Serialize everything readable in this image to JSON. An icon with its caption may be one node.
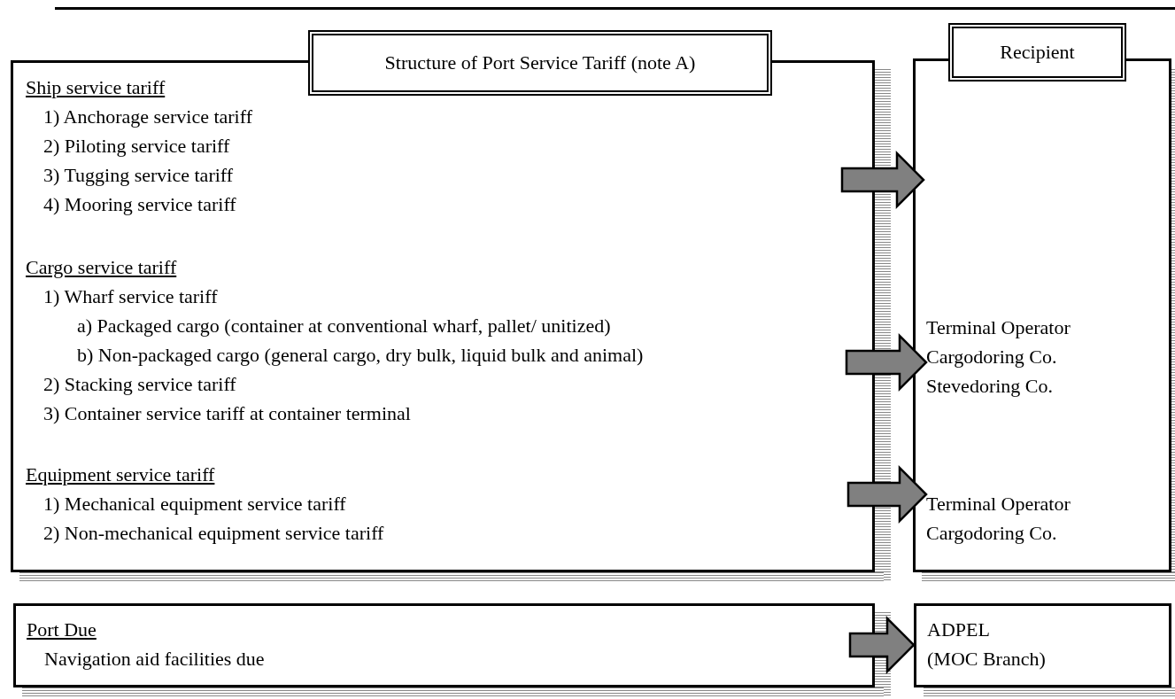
{
  "diagram": {
    "nodes": [
      {
        "text": [
          "Structure of Port Service Tariff (note A)"
        ]
      },
      {
        "text": [
          "Ship service tariff",
          "1) Anchorage service tariff",
          "2) Piloting service tariff",
          "3) Tugging service tariff",
          "4) Mooring service tariff"
        ],
        "in": 0
      },
      {
        "text": [
          "Cargo service tariff",
          "1) Wharf service tariff",
          "a) Packaged cargo (container at conventional wharf, pallet/ unitized)",
          "b) Non-packaged cargo (general cargo, dry bulk, liquid bulk and animal)",
          "2) Stacking service tariff",
          "3) Container service tariff at container terminal"
        ],
        "in": 0
      },
      {
        "text": [
          "Equipment service tariff",
          "1) Mechanical equipment service tariff",
          "2) Non-mechanical equipment service tariff"
        ],
        "in": 0
      },
      {
        "text": [
          "Recipient"
        ]
      },
      {
        "text": [
          "Terminal Operator Cargodoring Co. Stevedoring Co."
        ],
        "in": 4
      },
      {
        "text": [
          "Terminal Operator Cargodoring Co."
        ],
        "in": 4
      },
      {
        "text": [
          "Port Due",
          "Navigation aid facilities due"
        ]
      },
      {
        "text": [
          "ADPEL",
          "(MOC Branch)"
        ]
      }
    ],
    "edges": [
      {
        "from": 0,
        "to": null,
        "arrow": "to",
        "style": "thick"
      },
      {
        "from": 0,
        "to": 5,
        "arrow": "to",
        "style": "thick"
      },
      {
        "from": 0,
        "to": 6,
        "arrow": "to",
        "style": "thick"
      },
      {
        "from": 7,
        "to": 8,
        "arrow": "to",
        "style": "thick"
      }
    ]
  }
}
